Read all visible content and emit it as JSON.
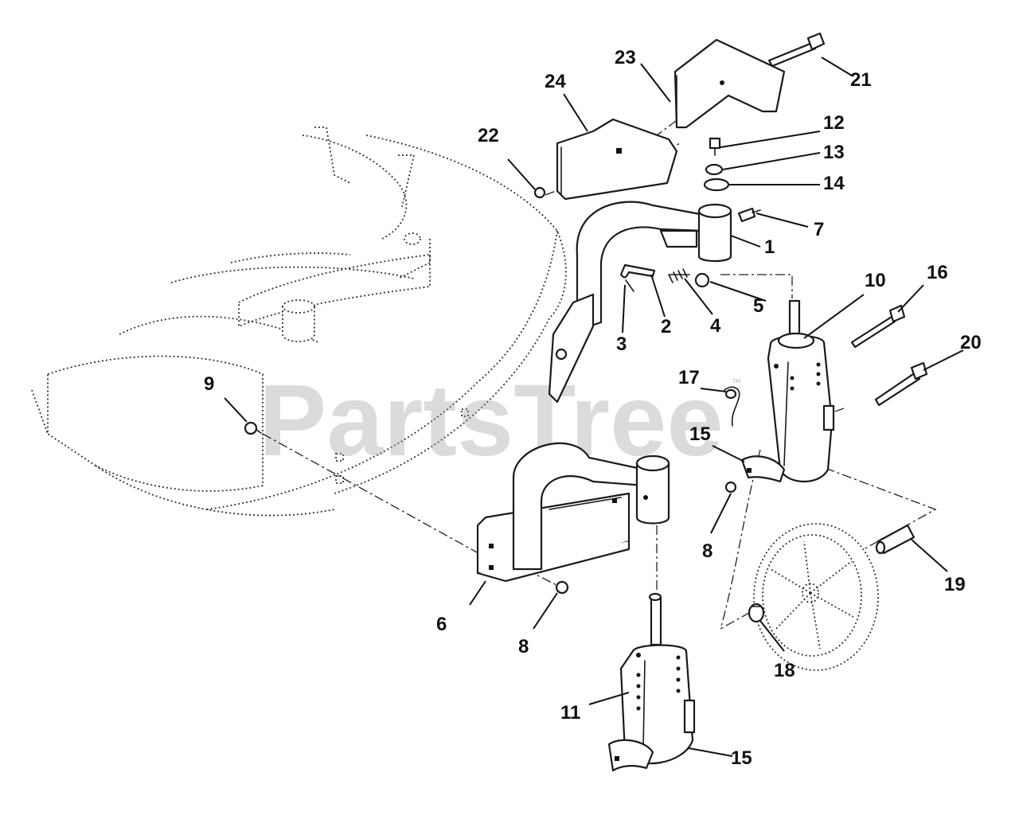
{
  "watermark": {
    "text": "PartsTree",
    "trademark": "™"
  },
  "callouts": [
    {
      "id": "c1",
      "label": "1"
    },
    {
      "id": "c2",
      "label": "2"
    },
    {
      "id": "c3",
      "label": "3"
    },
    {
      "id": "c4",
      "label": "4"
    },
    {
      "id": "c5",
      "label": "5"
    },
    {
      "id": "c6",
      "label": "6"
    },
    {
      "id": "c7",
      "label": "7"
    },
    {
      "id": "c8a",
      "label": "8"
    },
    {
      "id": "c8b",
      "label": "8"
    },
    {
      "id": "c9",
      "label": "9"
    },
    {
      "id": "c10",
      "label": "10"
    },
    {
      "id": "c11",
      "label": "11"
    },
    {
      "id": "c12",
      "label": "12"
    },
    {
      "id": "c13",
      "label": "13"
    },
    {
      "id": "c14",
      "label": "14"
    },
    {
      "id": "c15a",
      "label": "15"
    },
    {
      "id": "c15b",
      "label": "15"
    },
    {
      "id": "c16",
      "label": "16"
    },
    {
      "id": "c17",
      "label": "17"
    },
    {
      "id": "c18",
      "label": "18"
    },
    {
      "id": "c19",
      "label": "19"
    },
    {
      "id": "c20",
      "label": "20"
    },
    {
      "id": "c21",
      "label": "21"
    },
    {
      "id": "c22",
      "label": "22"
    },
    {
      "id": "c23",
      "label": "23"
    },
    {
      "id": "c24",
      "label": "24"
    }
  ]
}
